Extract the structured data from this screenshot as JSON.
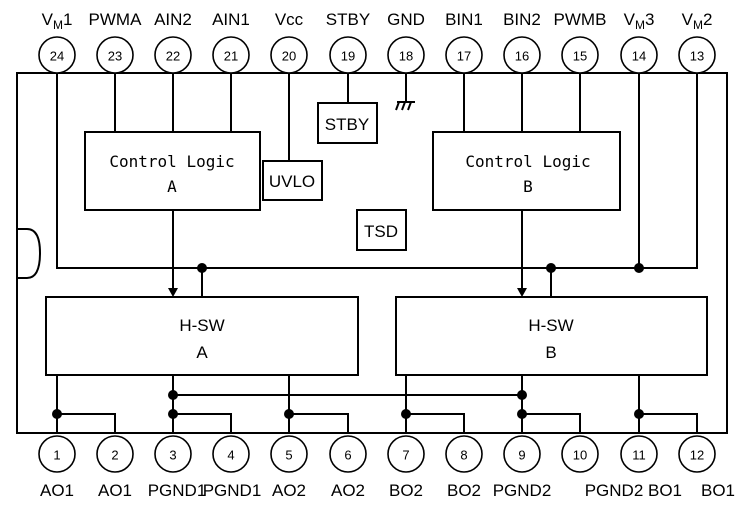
{
  "diagram": {
    "title": "Dual H-bridge motor driver block diagram",
    "top_pins": [
      {
        "number": "24",
        "name": "V",
        "sub": "M",
        "suffix": "1"
      },
      {
        "number": "23",
        "name": "PWMA",
        "sub": "",
        "suffix": ""
      },
      {
        "number": "22",
        "name": "AIN2",
        "sub": "",
        "suffix": ""
      },
      {
        "number": "21",
        "name": "AIN1",
        "sub": "",
        "suffix": ""
      },
      {
        "number": "20",
        "name": "Vcc",
        "sub": "",
        "suffix": ""
      },
      {
        "number": "19",
        "name": "STBY",
        "sub": "",
        "suffix": ""
      },
      {
        "number": "18",
        "name": "GND",
        "sub": "",
        "suffix": ""
      },
      {
        "number": "17",
        "name": "BIN1",
        "sub": "",
        "suffix": ""
      },
      {
        "number": "16",
        "name": "BIN2",
        "sub": "",
        "suffix": ""
      },
      {
        "number": "15",
        "name": "PWMB",
        "sub": "",
        "suffix": ""
      },
      {
        "number": "14",
        "name": "V",
        "sub": "M",
        "suffix": "3"
      },
      {
        "number": "13",
        "name": "V",
        "sub": "M",
        "suffix": "2"
      }
    ],
    "bottom_pins": [
      {
        "number": "1",
        "name": "AO1"
      },
      {
        "number": "2",
        "name": "AO1"
      },
      {
        "number": "3",
        "name": "PGND1"
      },
      {
        "number": "4",
        "name": "PGND1"
      },
      {
        "number": "5",
        "name": "AO2"
      },
      {
        "number": "6",
        "name": "AO2"
      },
      {
        "number": "7",
        "name": "BO2"
      },
      {
        "number": "8",
        "name": "BO2"
      },
      {
        "number": "9",
        "name": "PGND2"
      },
      {
        "number": "10",
        "name": "PGND2"
      },
      {
        "number": "11",
        "name": "BO1"
      },
      {
        "number": "12",
        "name": "BO1"
      }
    ],
    "blocks": {
      "control_a": {
        "line1": "Control Logic",
        "line2": "A"
      },
      "control_b": {
        "line1": "Control Logic",
        "line2": "B"
      },
      "uvlo": {
        "label": "UVLO"
      },
      "stby": {
        "label": "STBY"
      },
      "tsd": {
        "label": "TSD"
      },
      "hsw_a": {
        "line1": "H-SW",
        "line2": "A"
      },
      "hsw_b": {
        "line1": "H-SW",
        "line2": "B"
      }
    }
  }
}
